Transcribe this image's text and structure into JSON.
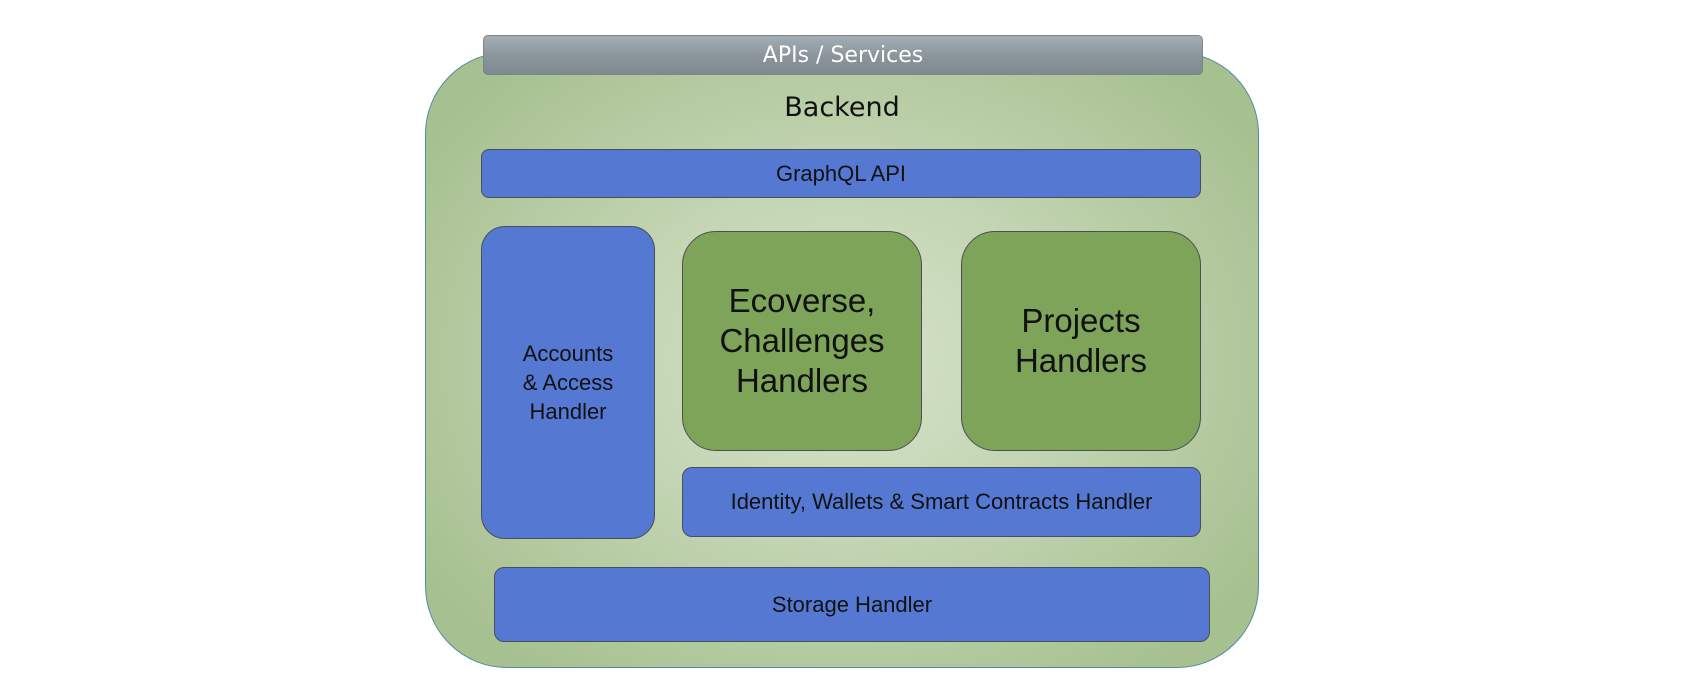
{
  "diagram": {
    "apis_label": "APIs / Services",
    "backend_title": "Backend",
    "graphql_label": "GraphQL API",
    "accounts_lines": [
      "Accounts",
      "& Access",
      "Handler"
    ],
    "ecoverse_lines": [
      "Ecoverse,",
      "Challenges",
      "Handlers"
    ],
    "projects_lines": [
      "Projects",
      "Handlers"
    ],
    "identity_label": "Identity, Wallets & Smart Contracts Handler",
    "storage_label": "Storage Handler"
  },
  "colors": {
    "handler_blue": "#5579d2",
    "handler_green": "#7ea459",
    "backend_green": "#a6c08f",
    "apis_gray": "#8a949b"
  }
}
